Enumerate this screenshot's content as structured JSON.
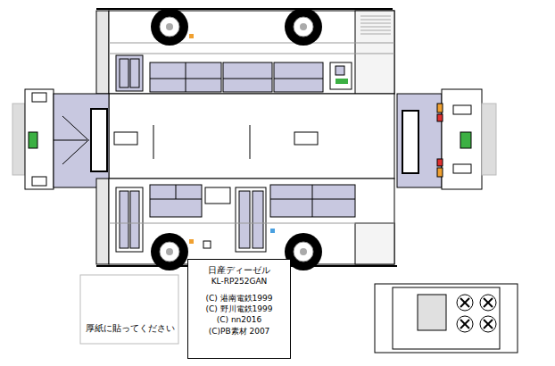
{
  "diagram": {
    "nodes": [
      {
        "text": [
          "日産ディーゼル",
          "KL-RP252GAN",
          "(C) 港南電鉄1999",
          "(C) 野川電鉄1999",
          "(C) nn2016",
          "(C)PB素材 2007"
        ]
      },
      {
        "text": [
          "厚紙に貼ってください"
        ]
      }
    ]
  }
}
